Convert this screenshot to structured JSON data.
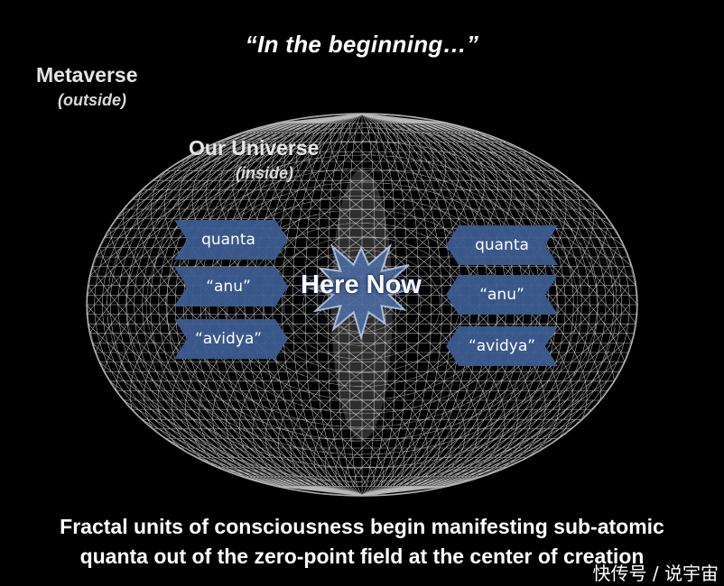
{
  "headline": "“In the beginning…”",
  "outer": {
    "title": "Metaverse",
    "subtitle": "(outside)"
  },
  "inner": {
    "title": "Our Universe",
    "subtitle": "(inside)"
  },
  "left_tags": [
    "quanta",
    "“anu”",
    "“avidya”"
  ],
  "right_tags": [
    "quanta",
    "“anu”",
    "“avidya”"
  ],
  "center_label": "Here Now",
  "caption": {
    "line1": "Fractal units of consciousness begin manifesting sub-atomic",
    "line2": "quanta out of the zero-point field at the center of creation"
  },
  "watermark": "快传号 / 说宇宙",
  "colors": {
    "background": "#000000",
    "mesh": "#ffffff",
    "tag_fill": "#3b5c8f",
    "star_fill": "#4a6aa0",
    "star_stroke": "#b9c9e6"
  }
}
